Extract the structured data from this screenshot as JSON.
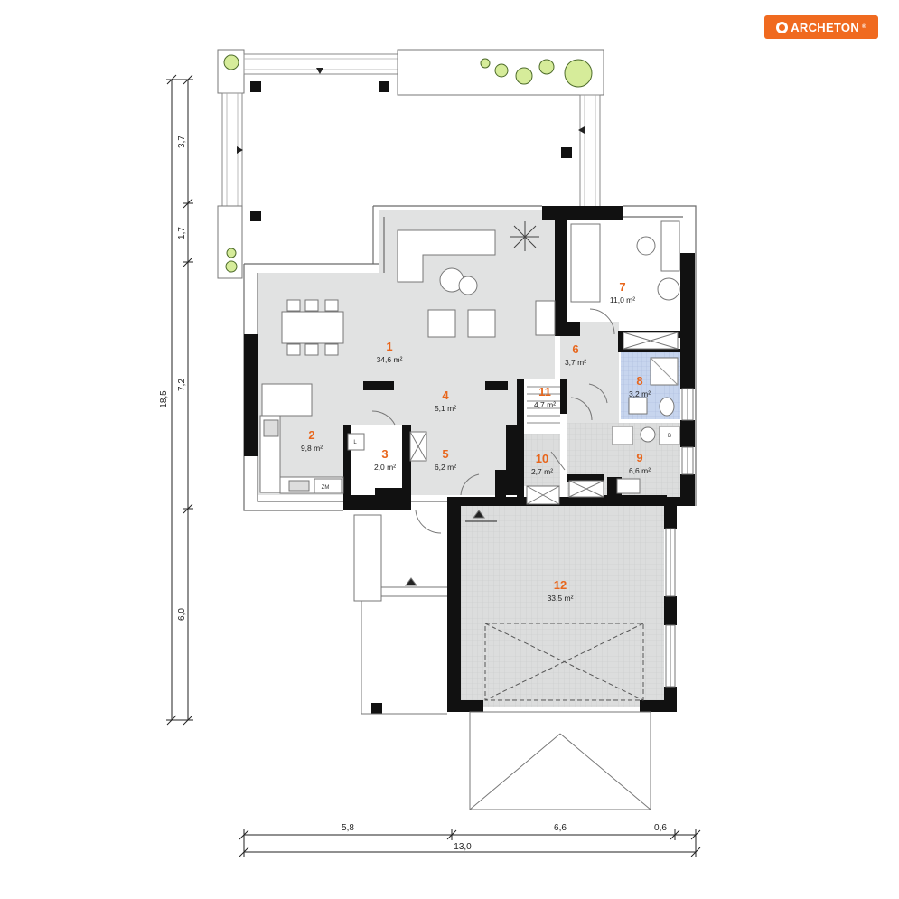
{
  "brand": {
    "name": "ARCHETON",
    "mark": "®"
  },
  "rooms": [
    {
      "id": "r1",
      "number": "1",
      "area": "34,6 m²"
    },
    {
      "id": "r2",
      "number": "2",
      "area": "9,8 m²"
    },
    {
      "id": "r3",
      "number": "3",
      "area": "2,0 m²"
    },
    {
      "id": "r4",
      "number": "4",
      "area": "5,1 m²"
    },
    {
      "id": "r5",
      "number": "5",
      "area": "6,2 m²"
    },
    {
      "id": "r6",
      "number": "6",
      "area": "3,7 m²"
    },
    {
      "id": "r7",
      "number": "7",
      "area": "11,0 m²"
    },
    {
      "id": "r8",
      "number": "8",
      "area": "3,2 m²"
    },
    {
      "id": "r9",
      "number": "9",
      "area": "6,6 m²"
    },
    {
      "id": "r10",
      "number": "10",
      "area": "2,7 m²"
    },
    {
      "id": "r11",
      "number": "11",
      "area": "4,7 m²"
    },
    {
      "id": "r12",
      "number": "12",
      "area": "33,5 m²"
    }
  ],
  "dimensions": {
    "vertical": {
      "total": "18,5",
      "segments": [
        "3,7",
        "1,7",
        "7,2",
        "6,0"
      ]
    },
    "horizontal": {
      "total": "13,0",
      "segments": [
        "5,8",
        "6,6",
        "0,6"
      ]
    }
  },
  "appliance_labels": {
    "fridge": "L",
    "dishwasher": "ZM",
    "washer": "B"
  },
  "colors": {
    "accent": "#e8661c",
    "wall": "#111111",
    "floor_light": "#e2e3e3",
    "floor_tile": "#d9dadb",
    "bathroom_tile": "#c9d7ef",
    "outline": "#6a6a6a"
  }
}
